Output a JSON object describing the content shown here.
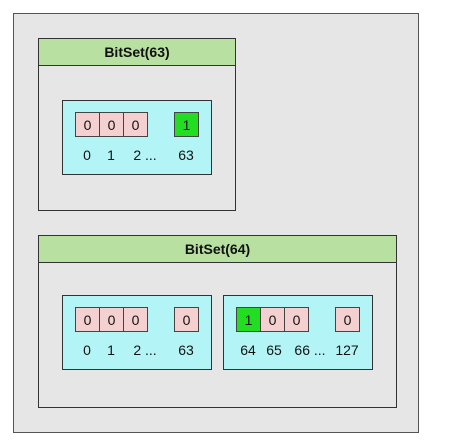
{
  "bitset_63": {
    "title": "BitSet(63)",
    "words": [
      {
        "bits": [
          {
            "value": "0",
            "set": false
          },
          {
            "value": "0",
            "set": false
          },
          {
            "value": "0",
            "set": false
          },
          {
            "value": "1",
            "set": true
          }
        ],
        "labels": [
          "0",
          "1",
          "2 ...",
          "63"
        ]
      }
    ]
  },
  "bitset_64": {
    "title": "BitSet(64)",
    "words": [
      {
        "bits": [
          {
            "value": "0",
            "set": false
          },
          {
            "value": "0",
            "set": false
          },
          {
            "value": "0",
            "set": false
          },
          {
            "value": "0",
            "set": false
          }
        ],
        "labels": [
          "0",
          "1",
          "2 ...",
          "63"
        ]
      },
      {
        "bits": [
          {
            "value": "1",
            "set": true
          },
          {
            "value": "0",
            "set": false
          },
          {
            "value": "0",
            "set": false
          },
          {
            "value": "0",
            "set": false
          }
        ],
        "labels": [
          "64",
          "65",
          "66 ...",
          "127"
        ]
      }
    ]
  },
  "colors": {
    "header_green": "#b8e0a0",
    "word_cyan": "#b3f5f7",
    "bit_unset": "#f5d0d0",
    "bit_set": "#22dd22",
    "background_gray": "#e6e6e6"
  }
}
